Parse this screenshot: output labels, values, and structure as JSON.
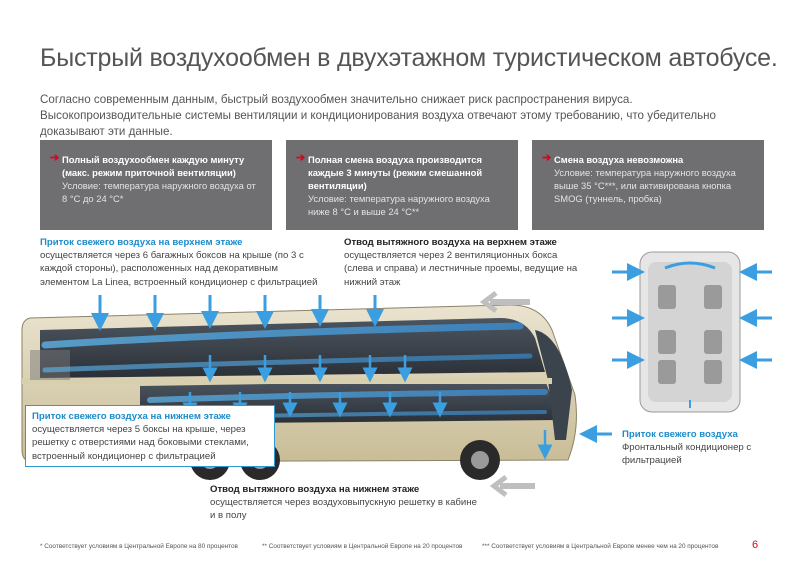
{
  "title": "Быстрый воздухообмен в двухэтажном туристическом автобусе.",
  "intro": "Согласно современным данным, быстрый  воздухообмен значительно снижает риск распространения вируса. Высокопроизводительные системы вентиляции и кондиционирования воздуха отвечают этому требованию, что убедительно доказывают эти данные.",
  "boxes": [
    {
      "head": "Полный воздухообмен каждую минуту (макс. режим приточной вентиляции)",
      "sub": "Условие: температура наружного воздуха от 8 °C до 24 °C*"
    },
    {
      "head": "Полная смена воздуха производится каждые 3 минуты (режим смешанной вентиляции)",
      "sub": "Условие: температура наружного воздуха ниже 8 °C и выше 24 °C**"
    },
    {
      "head": "Смена воздуха невозможна",
      "sub": "Условие: температура наружного воздуха выше 35 °C***, или активирована кнопка SMOG (туннель, пробка)"
    }
  ],
  "annotations": {
    "upper_supply": {
      "head": "Приток свежего воздуха на верхнем этаже",
      "body": "осуществляется через 6 багажных боксов на крыше (по 3 с каждой стороны), расположенных над декоративным элементом La Linea, встроенный кондиционер с фильтрацией"
    },
    "upper_exhaust": {
      "head": "Отвод вытяжного воздуха на верхнем этаже",
      "body": "осуществляется через 2 вентиляционных бокса (слева и справа) и лестничные проемы, ведущие на нижний этаж"
    },
    "lower_supply": {
      "head": "Приток свежего воздуха на нижнем этаже",
      "body": "осуществляется через 5 боксы на крыше, через решетку с отверстиями над боковыми стеклами, встроенный кондиционер с фильтрацией"
    },
    "front_supply": {
      "head": "Приток свежего воздуха",
      "body": "Фронтальный кондиционер с фильтрацией"
    },
    "lower_exhaust": {
      "head": "Отвод вытяжного воздуха на нижнем этаже",
      "body": "осуществляется через воздуховыпускную решетку в кабине и в полу"
    }
  },
  "footnotes": [
    "* Соответствует условиям в Центральной Европе на 80 процентов",
    "** Соответствует условиям в Центральной Европе на 20 процентов",
    "*** Соответствует условиям в Центральной Европе менее чем на 20 процентов"
  ],
  "page_number": "6",
  "colors": {
    "accent": "#e2001a",
    "airflow": "#3a9ee0",
    "box_bg": "#6f6f72"
  }
}
